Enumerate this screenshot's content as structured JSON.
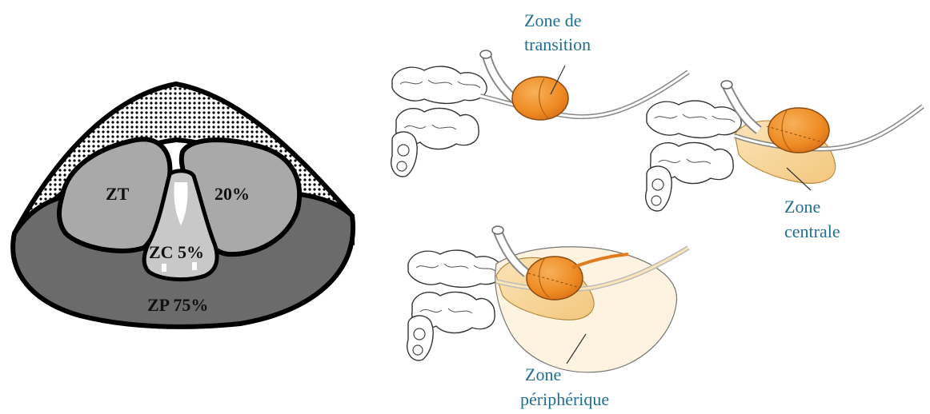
{
  "left_diagram": {
    "labels": {
      "zt": "ZT",
      "zt_pct": "20%",
      "zc": "ZC 5%",
      "zp": "ZP 75%"
    }
  },
  "right_diagrams": {
    "transition": {
      "line1": "Zone de",
      "line2": "transition"
    },
    "centrale": {
      "line1": "Zone",
      "line2": "centrale"
    },
    "peripherique": {
      "line1": "Zone",
      "line2": "périphérique"
    }
  },
  "colors": {
    "zp_fill": "#6b6b6b",
    "zt_fill": "#a9a9a9",
    "zc_fill": "#c8c8c8",
    "label_blue": "#1f6f93",
    "gland_orange": "#f08a1e",
    "zone_tan": "#f7d08f"
  }
}
